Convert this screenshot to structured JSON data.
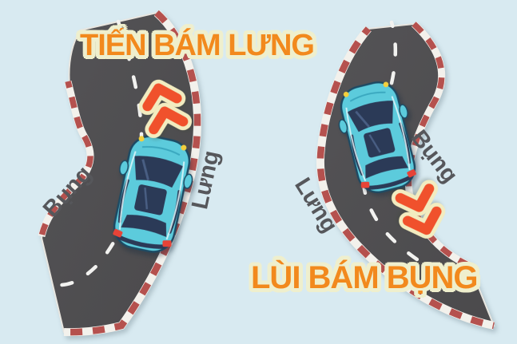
{
  "diagram": {
    "left": {
      "title": "TIẾN BÁM LƯNG",
      "belly_label": "Bụng",
      "back_label": "Lưng",
      "maneuver": "forward-hug-back",
      "arrow_direction": "up"
    },
    "right": {
      "title": "LÙI BÁM BỤNG",
      "belly_label": "Bụng",
      "back_label": "Lưng",
      "maneuver": "reverse-hug-belly",
      "arrow_direction": "down-right"
    }
  },
  "colors": {
    "background": "#d8eaf1",
    "road": "#4b4a4c",
    "road-light": "#545356",
    "curb-red": "#b5514e",
    "curb-white": "#f3f1ec",
    "lane-dash": "#f2f2f0",
    "edge-highlight": "#e8e6e0",
    "title-orange": "#f2891d",
    "title-outline": "#efefcd",
    "label-gray": "#56575b",
    "arrow-orange": "#f0512c",
    "arrow-outline": "#f2ecc0",
    "car-teal": "#5ccbdc",
    "car-teal-light": "#7fd9e6",
    "car-navy": "#2b3a57",
    "car-outline": "#1d4a63",
    "taillight-red": "#e64337",
    "headlight-yellow": "#f3cf3d"
  }
}
